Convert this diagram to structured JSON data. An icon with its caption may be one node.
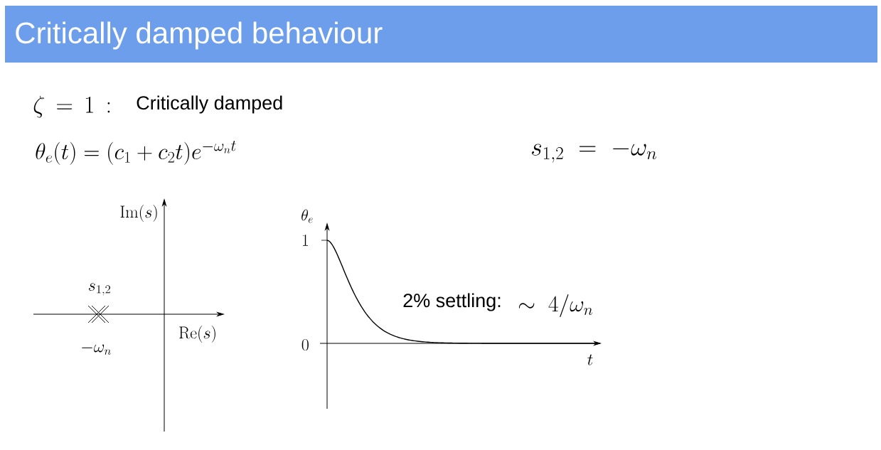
{
  "diagram": {
    "title": "Critically damped behaviour",
    "labels": [
      "\\zeta\\, =\\, 1\\,:",
      "Critically damped",
      "\\theta_e(t) = (c_1 + c_2 t)e^{-\\omega_n t}",
      "s_{1,2}\\; =\\; -\\omega_n",
      "\\mathrm{Im}(s)",
      "s_{1,2}",
      "\\mathrm{Re}(s)",
      "-\\omega_n",
      "\\theta_e",
      "1",
      "0",
      "t",
      "2% settling:",
      "\\sim\\;4/\\omega_n"
    ]
  }
}
